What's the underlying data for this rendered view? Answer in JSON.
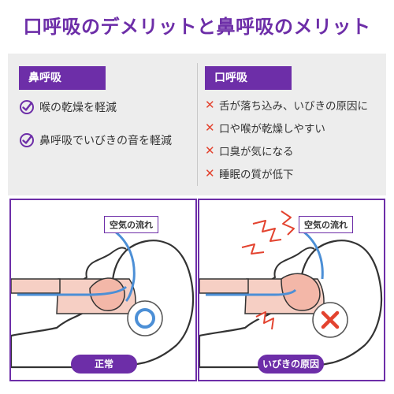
{
  "title": "口呼吸のデメリットと鼻呼吸のメリット",
  "nose_breathing": {
    "label": "鼻呼吸",
    "merits": [
      "喉の乾燥を軽減",
      "鼻呼吸でいびきの音を軽減"
    ]
  },
  "mouth_breathing": {
    "label": "口呼吸",
    "demerits": [
      "舌が落ち込み、いびきの原因に",
      "口や喉が乾燥しやすい",
      "口臭が気になる",
      "睡眠の質が低下"
    ]
  },
  "illustrations": {
    "normal": {
      "airflow_label": "空気の流れ",
      "caption": "正常"
    },
    "snoring": {
      "airflow_label": "空気の流れ",
      "caption": "いびきの原因"
    }
  },
  "colors": {
    "accent": "#6d2ea8",
    "cross": "#e3432f",
    "skin": "#f6cfc4",
    "airway": "#4c8fd6"
  },
  "icons": {
    "merit": "check-circle-icon",
    "demerit": "cross-icon",
    "ok": "circle-ok-icon",
    "ng": "cross-ng-icon"
  }
}
